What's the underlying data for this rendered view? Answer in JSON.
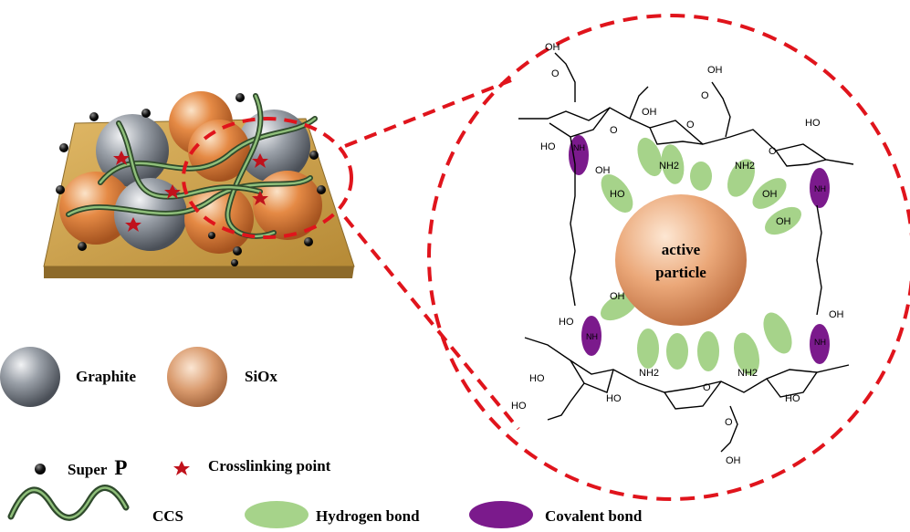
{
  "legend": {
    "graphite": "Graphite",
    "siox": "SiOx",
    "super_p_word": "Super",
    "super_p_letter": "P",
    "crosslinking": "Crosslinking point",
    "ccs": "CCS",
    "hydrogen_bond": "Hydrogen bond",
    "covalent_bond": "Covalent bond"
  },
  "particle": {
    "line1": "active",
    "line2": "particle"
  },
  "chem": {
    "oh": "OH",
    "ho": "HO",
    "o": "O",
    "nh": "NH",
    "nh2": "NH2"
  },
  "colors": {
    "graphite": "#8a8f98",
    "siox": "#e8944e",
    "hydrogen_bond": "#a6d38a",
    "covalent_bond": "#7b1a8c",
    "dashed_red": "#e0141c",
    "active_particle": "#e9a77a",
    "plate": "#b8923e"
  }
}
